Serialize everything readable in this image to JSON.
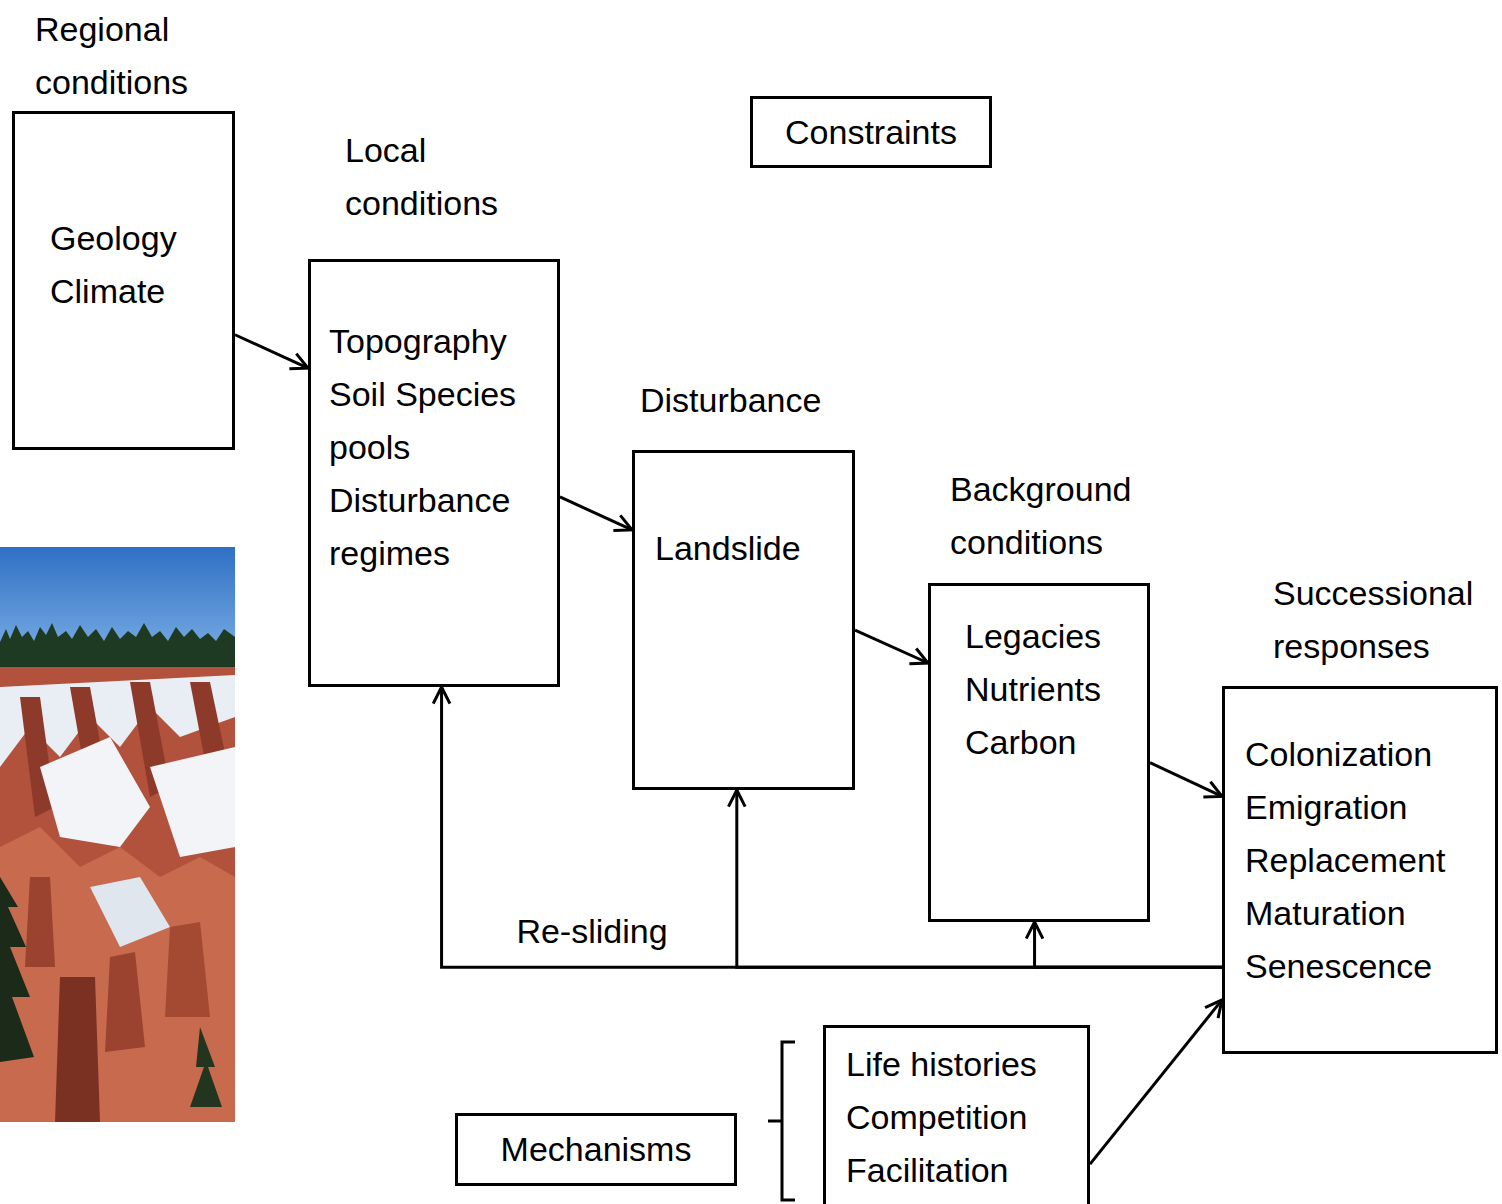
{
  "diagram": {
    "nodes": [
      {
        "text": [
          "Regional conditions",
          "Geology Climate"
        ]
      },
      {
        "text": [
          "Local conditions",
          "Topography Soil Species pools Disturbance regimes"
        ]
      },
      {
        "text": [
          "Disturbance",
          "Landslide"
        ]
      },
      {
        "text": [
          "Background conditions",
          "Legacies Nutrients Carbon"
        ]
      },
      {
        "text": [
          "Successional responses",
          "Colonization Emigration Replacement Maturation Senescence"
        ]
      },
      {
        "text": [
          "Constraints"
        ]
      },
      {
        "text": [
          "Mechanisms"
        ]
      },
      {
        "text": [
          "Life histories Competition Facilitation"
        ]
      }
    ],
    "edges": [
      {
        "from": 0,
        "to": 1,
        "arrow": "to"
      },
      {
        "from": 1,
        "to": 2,
        "arrow": "to"
      },
      {
        "from": 2,
        "to": 3,
        "arrow": "to"
      },
      {
        "from": 3,
        "to": 4,
        "arrow": "to"
      },
      {
        "from": 4,
        "to": 1,
        "label": "Re-sliding",
        "arrow": "to"
      },
      {
        "from": 4,
        "to": 2,
        "arrow": "to"
      },
      {
        "from": 4,
        "to": 3,
        "arrow": "to"
      },
      {
        "from": 7,
        "to": 4,
        "arrow": "to"
      }
    ]
  }
}
